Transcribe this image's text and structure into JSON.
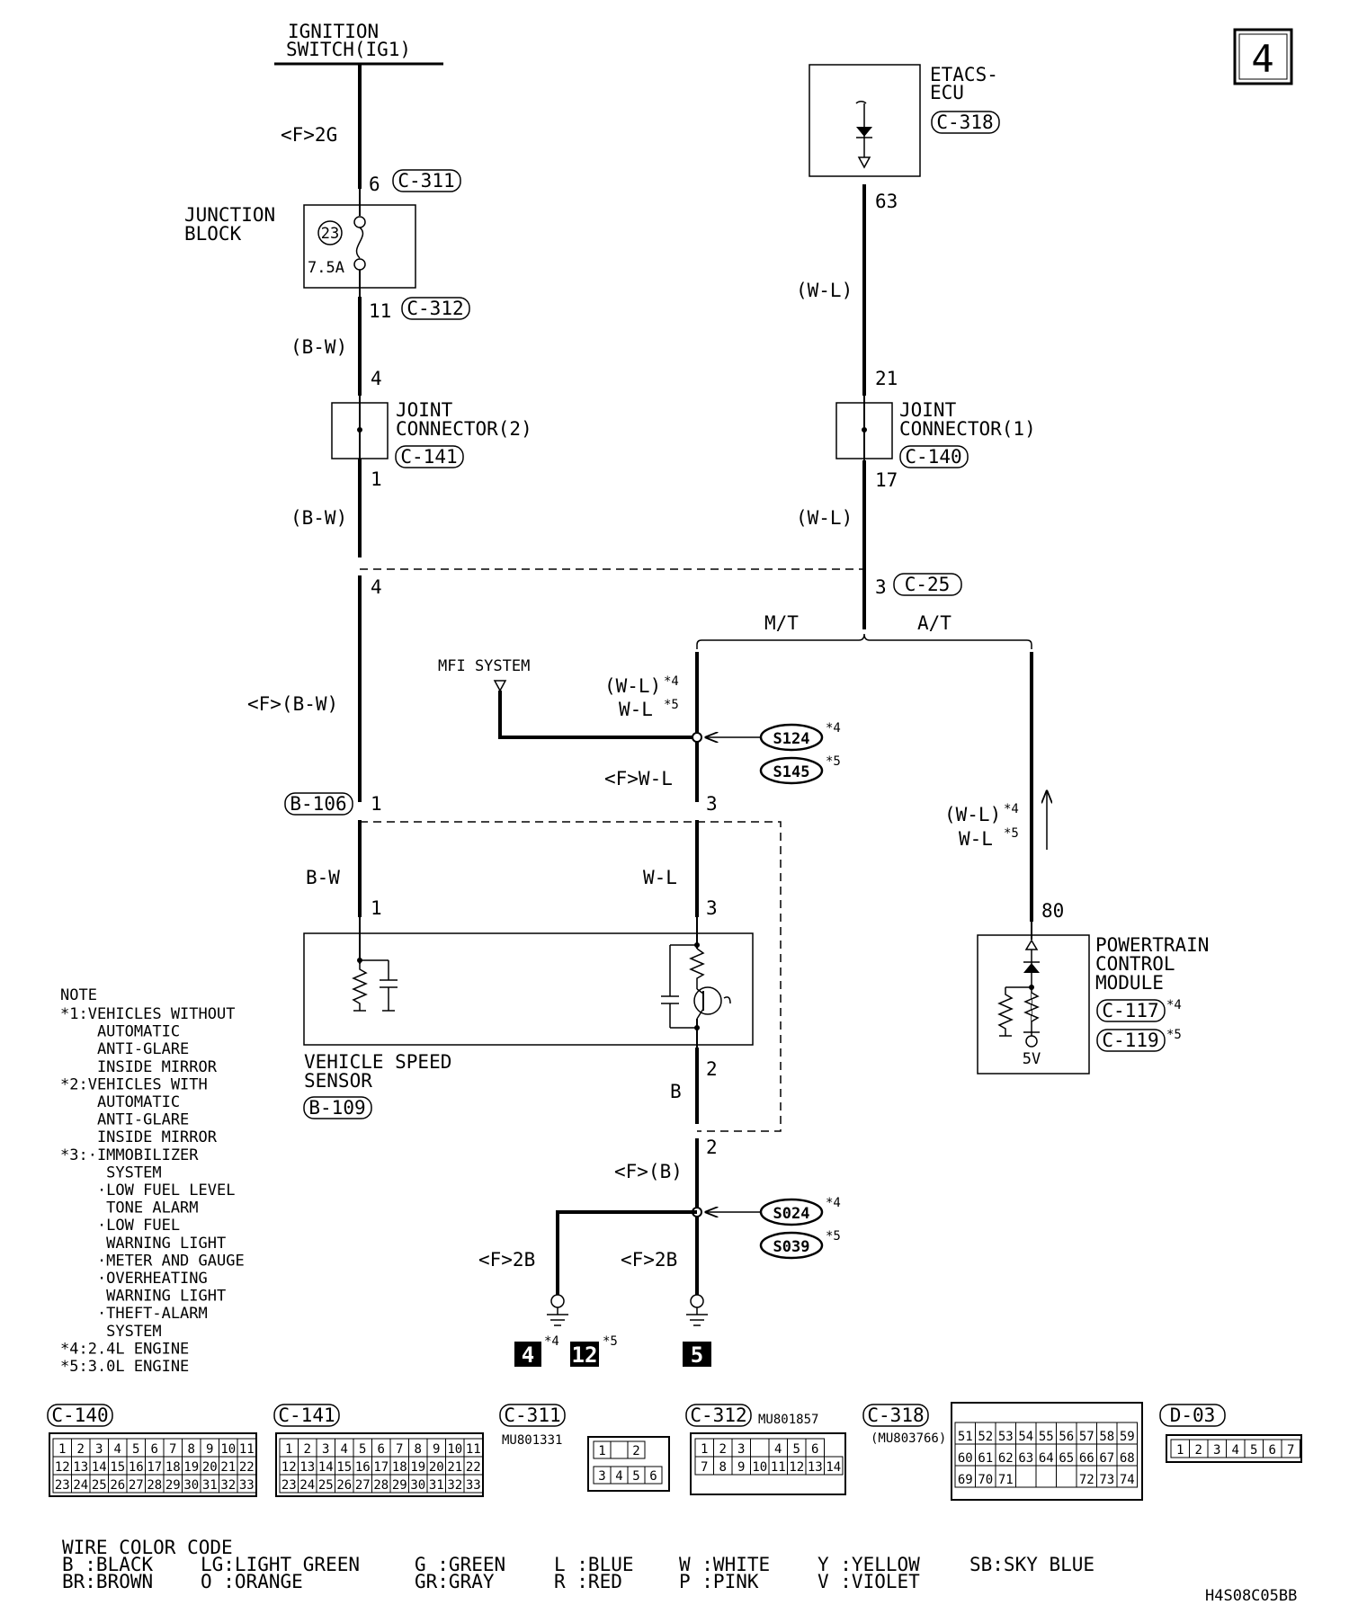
{
  "page_number": "4",
  "diagram_code": "H4S08C05BB",
  "components": {
    "ignition": {
      "line1": "IGNITION",
      "line2": "SWITCH(IG1)"
    },
    "junction_block": {
      "line1": "JUNCTION",
      "line2": "BLOCK",
      "fuse_no": "23",
      "fuse_rating": "7.5A"
    },
    "joint2": {
      "line1": "JOINT",
      "line2": "CONNECTOR(2)",
      "conn": "C-141"
    },
    "joint1": {
      "line1": "JOINT",
      "line2": "CONNECTOR(1)",
      "conn": "C-140"
    },
    "etacs": {
      "line1": "ETACS-",
      "line2": "ECU",
      "conn": "C-318"
    },
    "vss": {
      "line1": "VEHICLE SPEED",
      "line2": "SENSOR",
      "conn": "B-109"
    },
    "pcm": {
      "line1": "POWERTRAIN",
      "line2": "CONTROL",
      "line3": "MODULE",
      "conn1": "C-117",
      "conn2": "C-119",
      "volt": "5V"
    },
    "mfi": "MFI SYSTEM"
  },
  "wires": {
    "f2g": "<F>2G",
    "bw1": "(B-W)",
    "bw2": "(B-W)",
    "fbw": "<F>(B-W)",
    "bw3": "B-W",
    "wl1": "(W-L)",
    "wl2": "(W-L)",
    "mt": "M/T",
    "at": "A/T",
    "wl_s4": "(W-L)",
    "wl_s5": "W-L",
    "fwl": "<F>W-L",
    "wl3": "W-L",
    "b": "B",
    "fb": "<F>(B)",
    "f2b1": "<F>2B",
    "f2b2": "<F>2B",
    "pcm_wl4": "(W-L)",
    "pcm_wl5": "W-L"
  },
  "connectors": {
    "c311": "C-311",
    "c312": "C-312",
    "c25": "C-25",
    "b106": "B-106",
    "s124": "S124",
    "s145": "S145",
    "s024": "S024",
    "s039": "S039"
  },
  "pins": {
    "p6": "6",
    "p11": "11",
    "p4a": "4",
    "p1a": "1",
    "p4b": "4",
    "p1b": "1",
    "p1c": "1",
    "p63": "63",
    "p21": "21",
    "p17": "17",
    "p3a": "3",
    "p3b": "3",
    "p3c": "3",
    "p2a": "2",
    "p2b": "2",
    "p80": "80"
  },
  "marks": {
    "a4": "*4",
    "a5": "*5"
  },
  "grounds": [
    "4",
    "12",
    "5"
  ],
  "notes": {
    "title": "NOTE",
    "lines": [
      "*1:VEHICLES WITHOUT",
      "    AUTOMATIC",
      "    ANTI-GLARE",
      "    INSIDE MIRROR",
      "*2:VEHICLES WITH",
      "    AUTOMATIC",
      "    ANTI-GLARE",
      "    INSIDE MIRROR",
      "*3:·IMMOBILIZER",
      "     SYSTEM",
      "    ·LOW FUEL LEVEL",
      "     TONE ALARM",
      "    ·LOW FUEL",
      "     WARNING LIGHT",
      "    ·METER AND GAUGE",
      "    ·OVERHEATING",
      "     WARNING LIGHT",
      "    ·THEFT-ALARM",
      "     SYSTEM",
      "*4:2.4L ENGINE",
      "*5:3.0L ENGINE"
    ]
  },
  "connector_views": {
    "c140": {
      "label": "C-140",
      "rows": [
        [
          "1",
          "2",
          "3",
          "4",
          "5",
          "6",
          "7",
          "8",
          "9",
          "10",
          "11"
        ],
        [
          "12",
          "13",
          "14",
          "15",
          "16",
          "17",
          "18",
          "19",
          "20",
          "21",
          "22"
        ],
        [
          "23",
          "24",
          "25",
          "26",
          "27",
          "28",
          "29",
          "30",
          "31",
          "32",
          "33"
        ]
      ]
    },
    "c141": {
      "label": "C-141",
      "rows": [
        [
          "1",
          "2",
          "3",
          "4",
          "5",
          "6",
          "7",
          "8",
          "9",
          "10",
          "11"
        ],
        [
          "12",
          "13",
          "14",
          "15",
          "16",
          "17",
          "18",
          "19",
          "20",
          "21",
          "22"
        ],
        [
          "23",
          "24",
          "25",
          "26",
          "27",
          "28",
          "29",
          "30",
          "31",
          "32",
          "33"
        ]
      ]
    },
    "c311": {
      "label": "C-311",
      "part": "MU801331",
      "rows": [
        [
          "1",
          "",
          "2"
        ],
        [
          "3",
          "4",
          "5",
          "6"
        ]
      ]
    },
    "c312": {
      "label": "C-312",
      "part": "MU801857",
      "rows": [
        [
          "1",
          "2",
          "3",
          "",
          "4",
          "5",
          "6"
        ],
        [
          "7",
          "8",
          "9",
          "10",
          "11",
          "12",
          "13",
          "14"
        ]
      ]
    },
    "c318": {
      "label": "C-318",
      "part": "(MU803766)",
      "rows": [
        [
          "51",
          "52",
          "53",
          "54",
          "55",
          "56",
          "57",
          "58",
          "59"
        ],
        [
          "60",
          "61",
          "62",
          "63",
          "64",
          "65",
          "66",
          "67",
          "68"
        ],
        [
          "69",
          "70",
          "71",
          "",
          "",
          "",
          "72",
          "73",
          "74"
        ]
      ]
    },
    "d03": {
      "label": "D-03",
      "rows": [
        [
          "1",
          "2",
          "3",
          "4",
          "5",
          "6",
          "7"
        ]
      ]
    }
  },
  "wire_codes": {
    "title": "WIRE COLOR CODE",
    "row1": [
      "B :BLACK",
      "LG:LIGHT GREEN",
      "G :GREEN",
      "L :BLUE",
      "W :WHITE",
      "Y :YELLOW",
      "SB:SKY BLUE"
    ],
    "row2": [
      "BR:BROWN",
      "O :ORANGE",
      "GR:GRAY",
      "R :RED",
      "P :PINK",
      "V :VIOLET"
    ]
  }
}
